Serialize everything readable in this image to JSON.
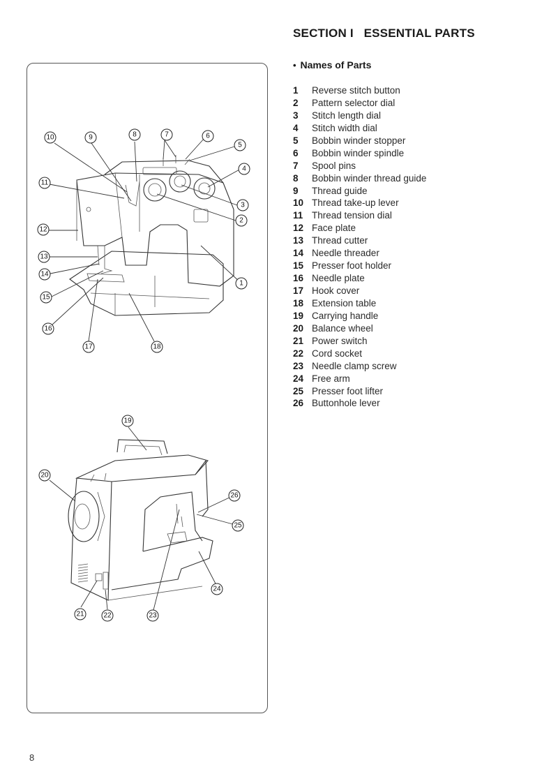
{
  "header": {
    "section_title": "SECTION I   ESSENTIAL PARTS",
    "subsection_bullet": "•",
    "subsection_title": "Names of Parts"
  },
  "parts": [
    {
      "num": "1",
      "label": "Reverse stitch button"
    },
    {
      "num": "2",
      "label": "Pattern selector dial"
    },
    {
      "num": "3",
      "label": "Stitch length dial"
    },
    {
      "num": "4",
      "label": "Stitch width dial"
    },
    {
      "num": "5",
      "label": "Bobbin winder stopper"
    },
    {
      "num": "6",
      "label": "Bobbin winder spindle"
    },
    {
      "num": "7",
      "label": "Spool pins"
    },
    {
      "num": "8",
      "label": "Bobbin winder thread guide"
    },
    {
      "num": "9",
      "label": "Thread guide"
    },
    {
      "num": "10",
      "label": "Thread take-up lever"
    },
    {
      "num": "11",
      "label": "Thread tension dial"
    },
    {
      "num": "12",
      "label": "Face plate"
    },
    {
      "num": "13",
      "label": "Thread cutter"
    },
    {
      "num": "14",
      "label": "Needle threader"
    },
    {
      "num": "15",
      "label": "Presser foot holder"
    },
    {
      "num": "16",
      "label": "Needle plate"
    },
    {
      "num": "17",
      "label": "Hook cover"
    },
    {
      "num": "18",
      "label": "Extension table"
    },
    {
      "num": "19",
      "label": "Carrying handle"
    },
    {
      "num": "20",
      "label": "Balance wheel"
    },
    {
      "num": "21",
      "label": "Power switch"
    },
    {
      "num": "22",
      "label": "Cord socket"
    },
    {
      "num": "23",
      "label": "Needle clamp screw"
    },
    {
      "num": "24",
      "label": "Free arm"
    },
    {
      "num": "25",
      "label": "Presser foot lifter"
    },
    {
      "num": "26",
      "label": "Buttonhole lever"
    }
  ],
  "callouts_front": [
    "1",
    "2",
    "3",
    "4",
    "5",
    "6",
    "7",
    "8",
    "9",
    "10",
    "11",
    "12",
    "13",
    "14",
    "15",
    "16",
    "17",
    "18"
  ],
  "callouts_rear": [
    "19",
    "20",
    "21",
    "22",
    "23",
    "24",
    "25",
    "26"
  ],
  "page_number": "8"
}
